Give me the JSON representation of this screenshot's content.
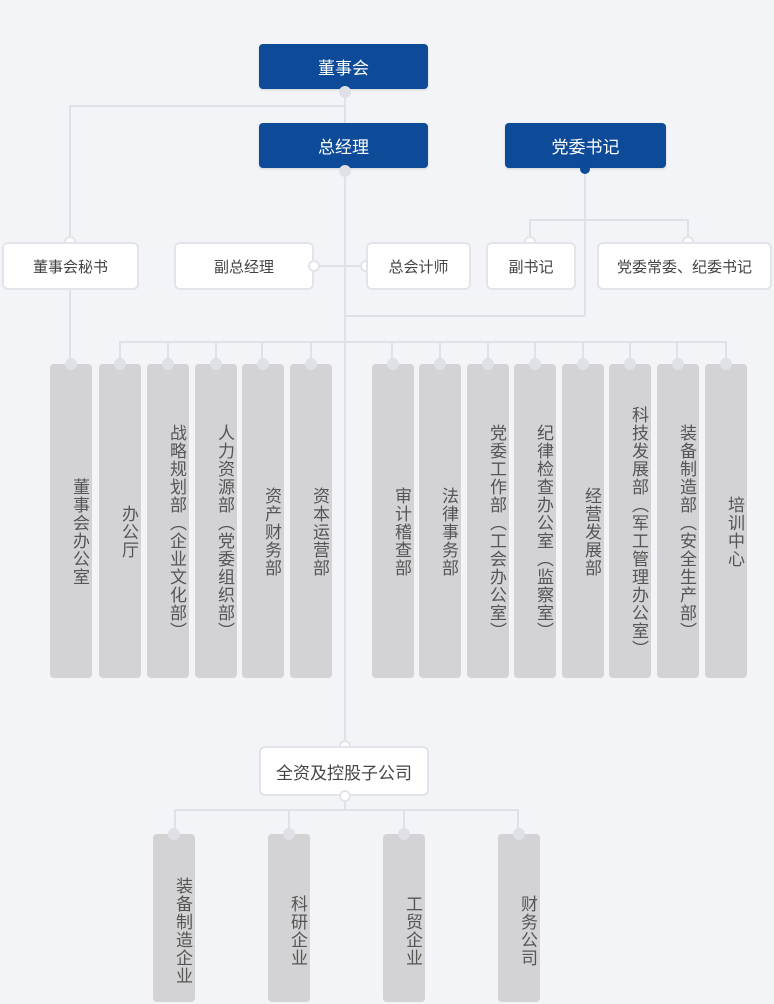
{
  "top": {
    "board": "董事会"
  },
  "management": {
    "gm": "总经理",
    "party_secretary": "党委书记"
  },
  "staff": {
    "board_secretary": "董事会秘书",
    "deputy_gm": "副总经理",
    "chief_accountant": "总会计师",
    "deputy_secretary": "副书记",
    "party_standing": "党委常委、纪委书记"
  },
  "departments": [
    "董事会办公室",
    "办公厅",
    "战略规划部（企业文化部）",
    "人力资源部（党委组织部）",
    "资产财务部",
    "资本运营部",
    "审计稽查部",
    "法律事务部",
    "党委工作部（工会办公室）",
    "纪律检查办公室（监察室）",
    "经营发展部",
    "科技发展部（军工管理办公室）",
    "装备制造部（安全生产部）",
    "培训中心"
  ],
  "subsidiary_group": "全资及控股子公司",
  "subsidiaries": [
    "装备制造企业",
    "科研企业",
    "工贸企业",
    "财务公司"
  ],
  "colors": {
    "primary": "#0d4a97",
    "bar": "#d3d3d5",
    "line": "#e0e1e6",
    "background": "#f3f4f7"
  }
}
